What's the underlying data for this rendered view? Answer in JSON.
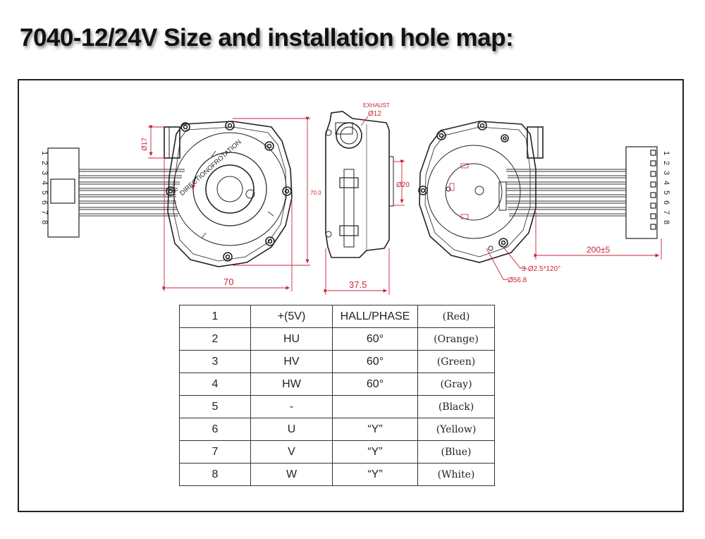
{
  "title": "7040-12/24V Size and installation hole map:",
  "labels": {
    "exhaust": "EXHAUST",
    "dia12": "Ø12",
    "dia17": "Ø17",
    "dia20": "Ø20",
    "height70": "70.0",
    "width70": "70",
    "depth375": "37.5",
    "cable_length": "200±5",
    "holes": "3-Ø2.5*120°",
    "dia568": "Ø56.8",
    "rotation": "DIRECTIONOFROTATION"
  },
  "connector_pins": [
    "1",
    "2",
    "3",
    "4",
    "5",
    "6",
    "7",
    "8"
  ],
  "table": {
    "rows": [
      [
        "1",
        "+(5V)",
        "HALL/PHASE",
        "(Red)"
      ],
      [
        "2",
        "HU",
        "60°",
        "(Orange)"
      ],
      [
        "3",
        "HV",
        "60°",
        "(Green)"
      ],
      [
        "4",
        "HW",
        "60°",
        "(Gray)"
      ],
      [
        "5",
        "-",
        "",
        "(Black)"
      ],
      [
        "6",
        "U",
        "“Y”",
        "(Yellow)"
      ],
      [
        "7",
        "V",
        "“Y”",
        "(Blue)"
      ],
      [
        "8",
        "W",
        "“Y”",
        "(White)"
      ]
    ]
  },
  "colors": {
    "dimension": "#c8253b",
    "line": "#222222"
  }
}
